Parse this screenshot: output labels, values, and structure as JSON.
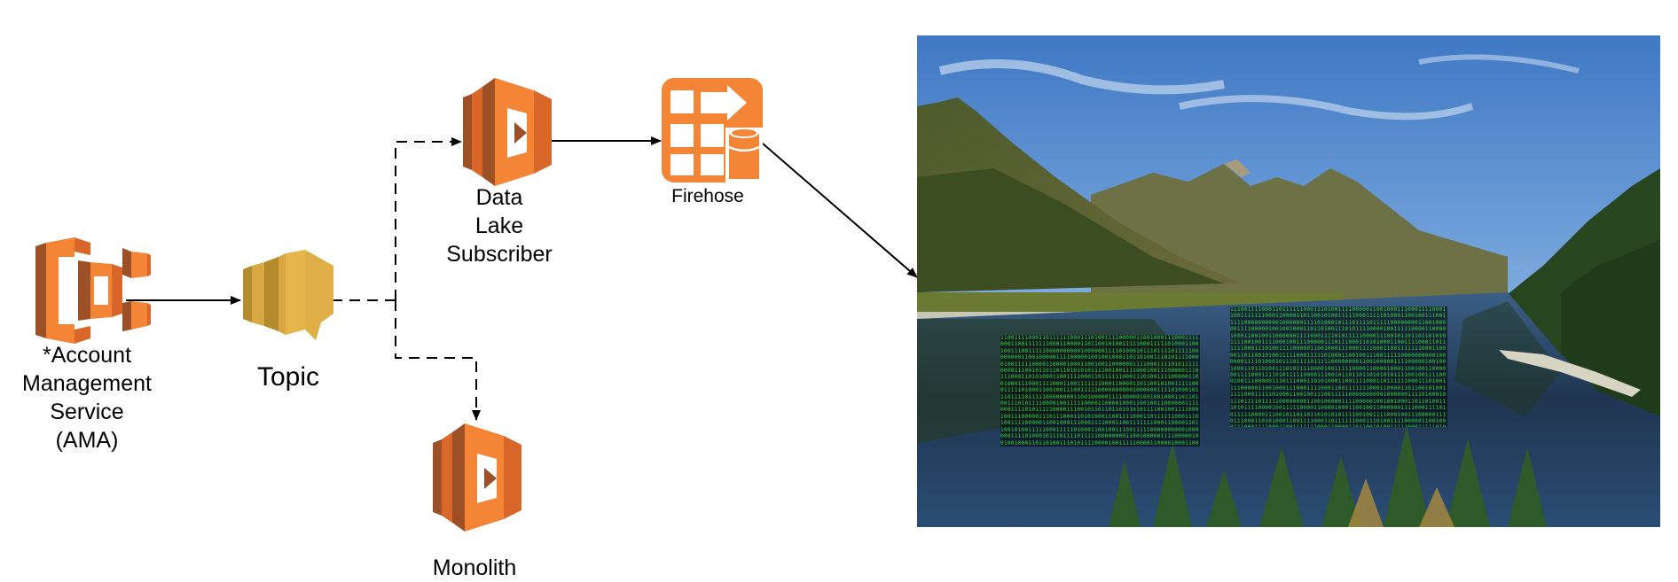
{
  "nodes": {
    "ama": {
      "lines": [
        "*Account",
        "Management",
        "Service",
        "(AMA)"
      ],
      "icon": "aws-ecs-icon"
    },
    "topic": {
      "label": "Topic",
      "icon": "aws-sns-topic-icon"
    },
    "data_lake_subscriber": {
      "lines": [
        "Data",
        "Lake",
        "Subscriber"
      ],
      "icon": "aws-lambda-icon"
    },
    "firehose": {
      "label": "Firehose",
      "icon": "aws-kinesis-firehose-icon"
    },
    "monolith": {
      "label": "Monolith",
      "icon": "aws-lambda-icon"
    }
  },
  "photo": {
    "subject": "mountain-lake-landscape",
    "binary_overlay_left": "1100111100011011111100011101001111000001100100011100011110001100111111100011000011011001010011111000111110100011001001110011111000000000010000001111010001011101111011111000000001100100000111100000100100100011011010011101011110000100111110000110000100011001001100000011110001111010111110000111001011011011010101011110010011110001001110000011101110001101010001100111100011011111100011101001111000001100100011100011110001100111111100011000011011001010011111000111110100011001001110011111000000000010000001111010001011101111011111000000001100100000111100000100100100011011010011101011110000100111110000110000100011001001100000011110001111010111110000111001011011011010101011110010011110001001110000011101110001101010001100111100011011111100011101001111000001100100011100011110001100111111100011000011011001010011111000111110100011001001110011111000000000010000001111010001011101111011111000000001100100000111100000100100100011011010011101011110000100111110000110000100011001001100000011110001111010111110000111001011011011010101011110010011110001001110000011101110001101010001100111100011011111100011101001111000001100100011100011110001100111111100011000011011001010011111000111110100011001001110011111000000000010000001111010001011101111011111000000001100100000111100000100100100011011010011101011110000100111110000110000100011001001100000011110001111010111110000111001011011011010101011110010011110001001110000011101110001101010001100111100011011111100011101001111000001100100011100011110001100111111100011000011011001010011111000111110100011001001110011111000000000010000001111010001011101111011111000000001100100000111100000100100100011011010011101011110000100111110000110000100011001001100000011110001111010111110000111001011011011010101011110010011110001001110000011101110001101010001100111100011011111100011101001111000001100100011100011110001100111111100011000011011001010011111000111110100011001001110011111000000000010000001111010001011101111011111000000001100100000111100000100100100011011010011101011110000100111110000110000100011001001100000011110001111010111110000111001011011011010101011110010011110001001110000011101110001101010001100111100011011111100011101001111000001100100011100011110001100111111100011000011011001010011111000111110100011001001110011111000000000010000001111010001011101111011111000000001100100000111100000100100100011011010011101011110000100111110000110000100011001001100000011110001111010111110000111001011011011010101011110010011110001001110000011101110001101010001",
    "binary_overlay_right": "1110011110001101111110001110100111100000110010001110001111000110011111110001100001101100101001111100011111010001100100111001111100000000001000000111101000101110111101111100000000110010000011110000010010010001101101001110101111000010011111000011000010001100100110000001111000111101011111000011100101101101101010111100100111100010011100000111011100011010100011001111000110111111000111010011110000011001000111000111100011001111111000110000110110010100111110001111101000110010011100111110000000000100000011110100010111011110111110000000011001000001111000001001001000110110100111010111100001001111100001100001000110010011000000111100011110101111100001110010110110110101010111100100111100010011100000111011100011010100011001111000110111111000111010011110000011001000111000111100011001111111000110000110110010100111110001111101000110010011100111110000000000100000011110100010111011110111110000000011001000001111000001001001000110110100111010111100001001111100001100001000110010011000000111100011110101111100001110010110110110101010111100100111100010011100000111011100011010100011001111000110111111000111010011110000011001000111000111100011001111111000110000110110010100111110001111101000110010011100111110000000000100000011110100010111011110111110000000011001000001111000001001001000110110100111010111100001001111100001100001000110010011000000111100011110101111100001110010110110110101010111100100111100010011100000111011100011010100011001111000110111111000111010011110000011001000111000111100011001111111000110000110110010100111110001111101000110010011100111110000000000100000011110100010111011110111110000000011001000001111000001001001000110110100111010111100001001111100001100001000110010011000000111100011110101111100001110010110110110101010111100100111100010011100000111011100011010100011001111000110111111000111010011110000011001000111000111100011001111111000110000110110010100111110001111101000110010011100111110000000000100000011110100010111011110111110000000011001000001111000001001001000110110100111010111100001001111100001100001000110010011000000111100011110101111100001110010110110110101010111100100111100010011100000111011100011010100011001111000110111111000111010011110000011001000111000111100011001111111000110000110110010100111110001111101000110010011100111110000000000100000011110100010111011110111110000000011001000001111000001001001000110110100111010111100001001111100001100001000110010011000000111100011110101111100001110010110110110101010111100100111100010011100000111011100011010100011"
  },
  "colors": {
    "aws_orange_light": "#f58536",
    "aws_orange_mid": "#d9672a",
    "aws_orange_dark": "#9d5025",
    "sns_gold": "#e7b54a",
    "sns_gold_mid": "#d9a741",
    "sns_gold_dark": "#b38a2c",
    "connector": "#000000",
    "binary_green": "#2bd84a"
  }
}
